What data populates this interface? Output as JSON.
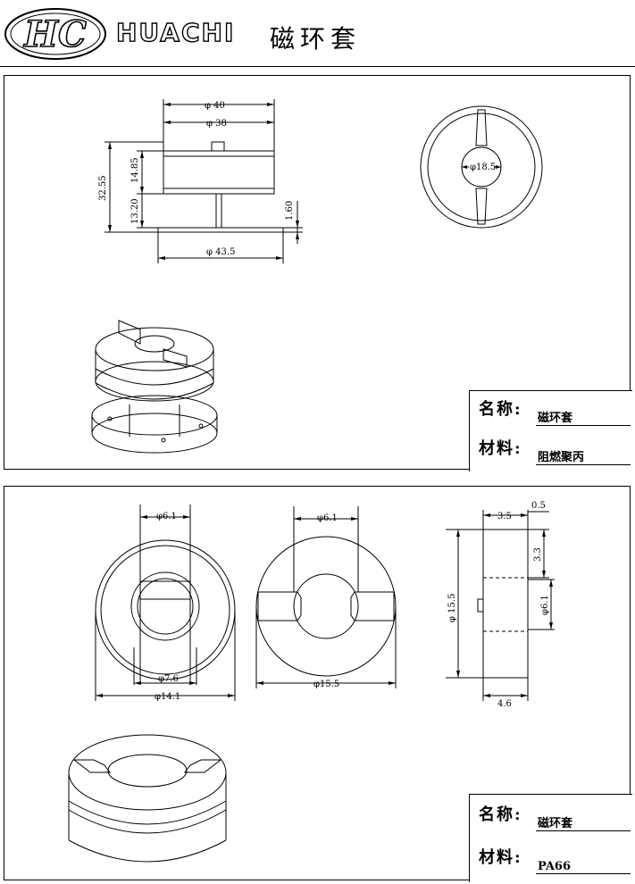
{
  "header": {
    "logo_mark": "HC",
    "brand": "HUACHI",
    "title": "磁环套"
  },
  "panel1": {
    "dims": {
      "d40": "φ 40",
      "d38": "φ 38",
      "h3255": "32.55",
      "h1485": "14.85",
      "h1320": "13.20",
      "h160": "1.60",
      "d435": "φ 43.5",
      "d185": "φ18.5"
    },
    "titleblock": {
      "name_label": "名称:",
      "name_value": "磁环套",
      "material_label": "材料:",
      "material_value": "阻燃聚丙"
    }
  },
  "panel2": {
    "dims": {
      "a61": "φ6.1",
      "a76": "φ7.6",
      "a141": "φ14.1",
      "b61": "φ6.1",
      "b155": "φ15.5",
      "c35": "3.5",
      "c05": "0.5",
      "c33": "3.3",
      "c155": "φ 15.5",
      "c61": "φ6.1",
      "c46": "4.6"
    },
    "titleblock": {
      "name_label": "名称:",
      "name_value": "磁环套",
      "material_label": "材料:",
      "material_value": "PA66"
    }
  }
}
